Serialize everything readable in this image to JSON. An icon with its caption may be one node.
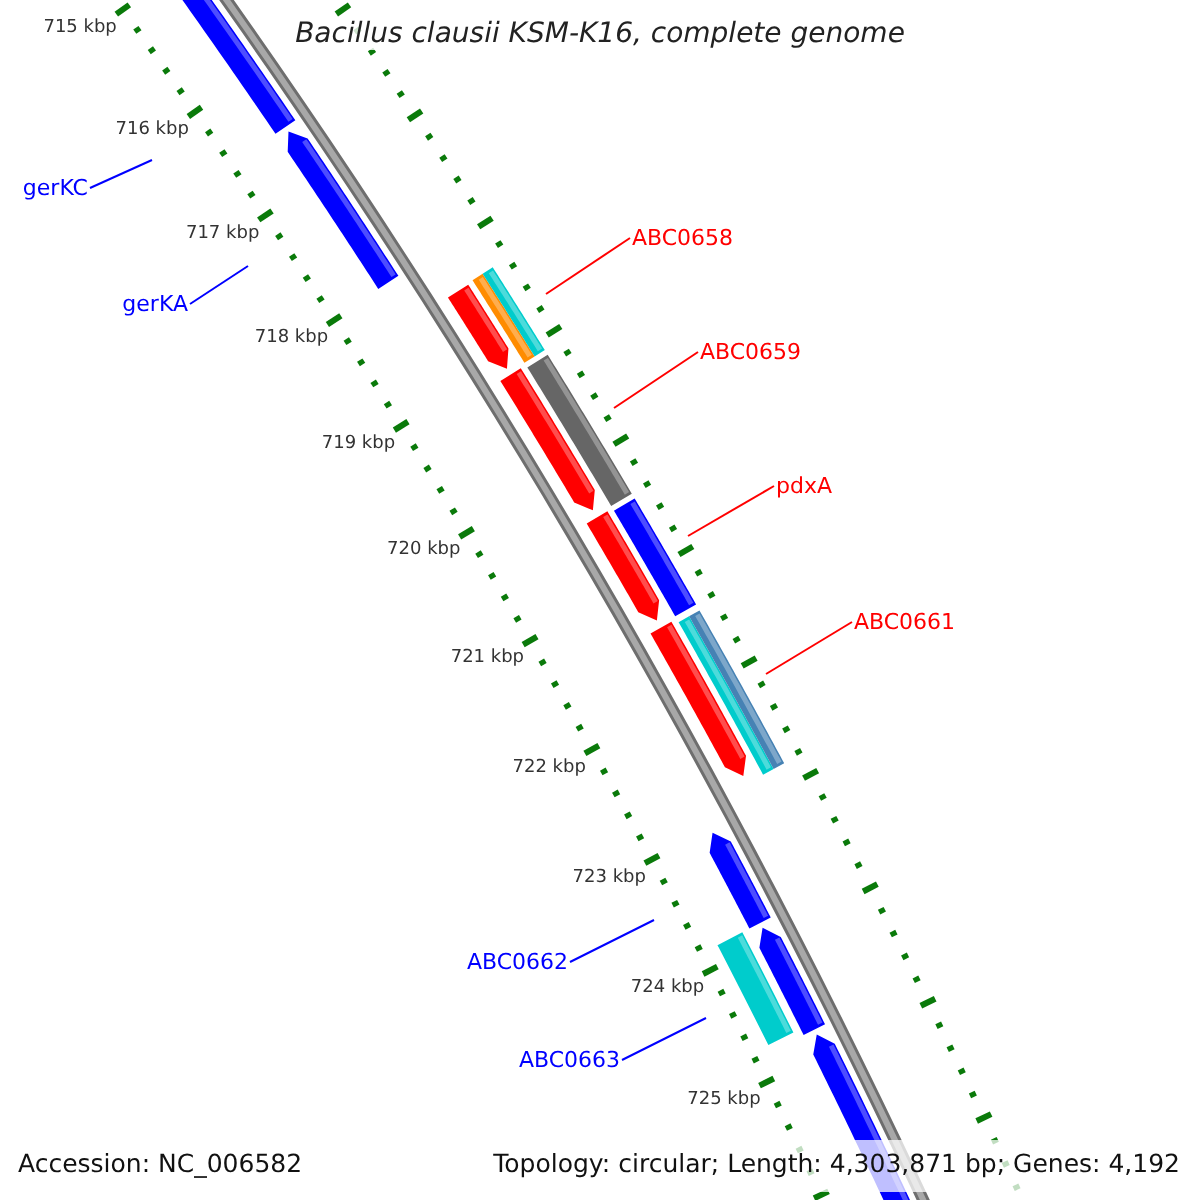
{
  "diagram": {
    "title": "Bacillus clausii KSM-K16, complete genome",
    "nodes": [
      {
        "text": [
          "gerKC"
        ]
      },
      {
        "text": [
          "ABC0658"
        ]
      },
      {
        "text": [
          "gerKA"
        ]
      },
      {
        "text": [
          "ABC0659"
        ]
      },
      {
        "text": [
          "pdxA"
        ]
      },
      {
        "text": [
          "ABC0661"
        ]
      },
      {
        "text": [
          "ABC0662"
        ]
      },
      {
        "text": [
          "ABC0663"
        ]
      }
    ],
    "edges": [
      {
        "from": 0,
        "to": null,
        "arrow": "none"
      },
      {
        "from": 1,
        "to": null,
        "arrow": "none",
        "color": "#ff0000"
      },
      {
        "from": 2,
        "to": null,
        "arrow": "none"
      },
      {
        "from": 3,
        "to": null,
        "arrow": "none",
        "color": "#ff0000"
      },
      {
        "from": 4,
        "to": null,
        "arrow": "none",
        "color": "#ff0000"
      },
      {
        "from": 5,
        "to": null,
        "arrow": "none",
        "color": "#ff0000"
      },
      {
        "from": 6,
        "to": null,
        "arrow": "none"
      },
      {
        "from": 7,
        "to": null,
        "arrow": "none"
      }
    ],
    "labels": [
      "715 kbp",
      "716 kbp",
      "717 kbp",
      "718 kbp",
      "719 kbp",
      "720 kbp",
      "721 kbp",
      "722 kbp",
      "723 kbp",
      "724 kbp",
      "725 kbp",
      "Accession: NC_006582",
      "Topology: circular; Length: 4,303,871 bp; Genes: 4,192"
    ]
  }
}
